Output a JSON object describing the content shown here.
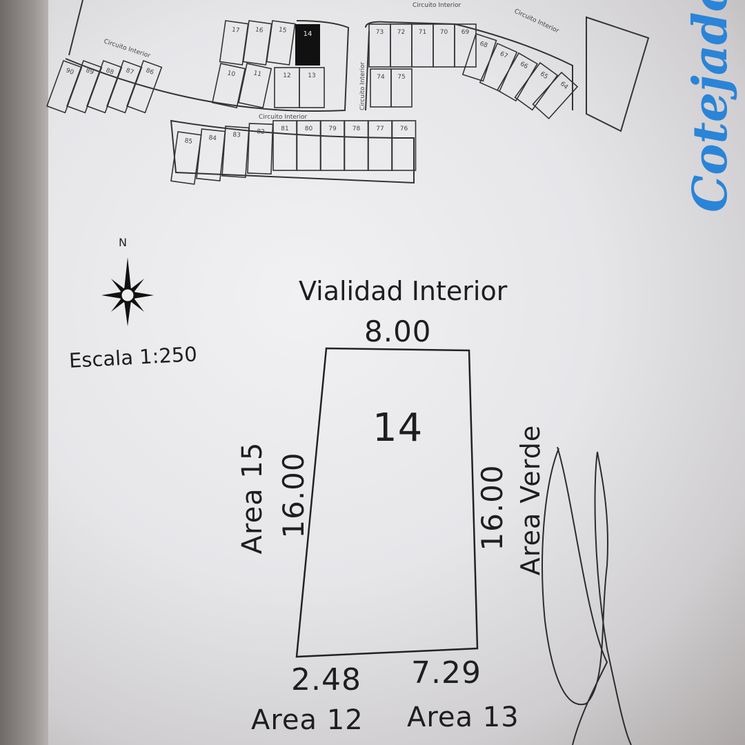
{
  "site_plan": {
    "street_labels": [
      "Circuito Interior",
      "Circuito Interior",
      "Circuito Interior",
      "Circuito Interior",
      "Circuito Interior"
    ],
    "highlighted_lot": "14",
    "lot_groups": [
      {
        "name": "upper-row",
        "lots": [
          "15",
          "16",
          "17"
        ]
      },
      {
        "name": "middle-row",
        "lots": [
          "12",
          "13"
        ]
      },
      {
        "name": "middle-row-left",
        "lots": [
          "11",
          "10"
        ]
      },
      {
        "name": "right-top-row",
        "lots": [
          "73",
          "72",
          "71",
          "70",
          "69",
          "68",
          "67",
          "66",
          "65",
          "64"
        ]
      },
      {
        "name": "right-lower",
        "lots": [
          "74",
          "75"
        ]
      },
      {
        "name": "bottom-row",
        "lots": [
          "85",
          "84",
          "83",
          "82",
          "81",
          "80",
          "79",
          "78",
          "77",
          "76"
        ]
      },
      {
        "name": "left-row",
        "lots": [
          "90",
          "89",
          "88",
          "87",
          "86"
        ]
      }
    ]
  },
  "compass": {
    "north_label": "N"
  },
  "scale_label": "Escala 1:250",
  "lot_detail": {
    "lot_number": "14",
    "north": {
      "label": "Vialidad Interior",
      "length": "8.00"
    },
    "west": {
      "label": "Area 15",
      "length": "16.00"
    },
    "east": {
      "label": "Area Verde",
      "length": "16.00"
    },
    "south_left": {
      "label": "Area 12",
      "length": "2.48"
    },
    "south_right": {
      "label": "Area 13",
      "length": "7.29"
    }
  },
  "stamp": "Cotejado",
  "colors": {
    "stamp": "#2a84d8",
    "ink": "#1e1e1e"
  }
}
